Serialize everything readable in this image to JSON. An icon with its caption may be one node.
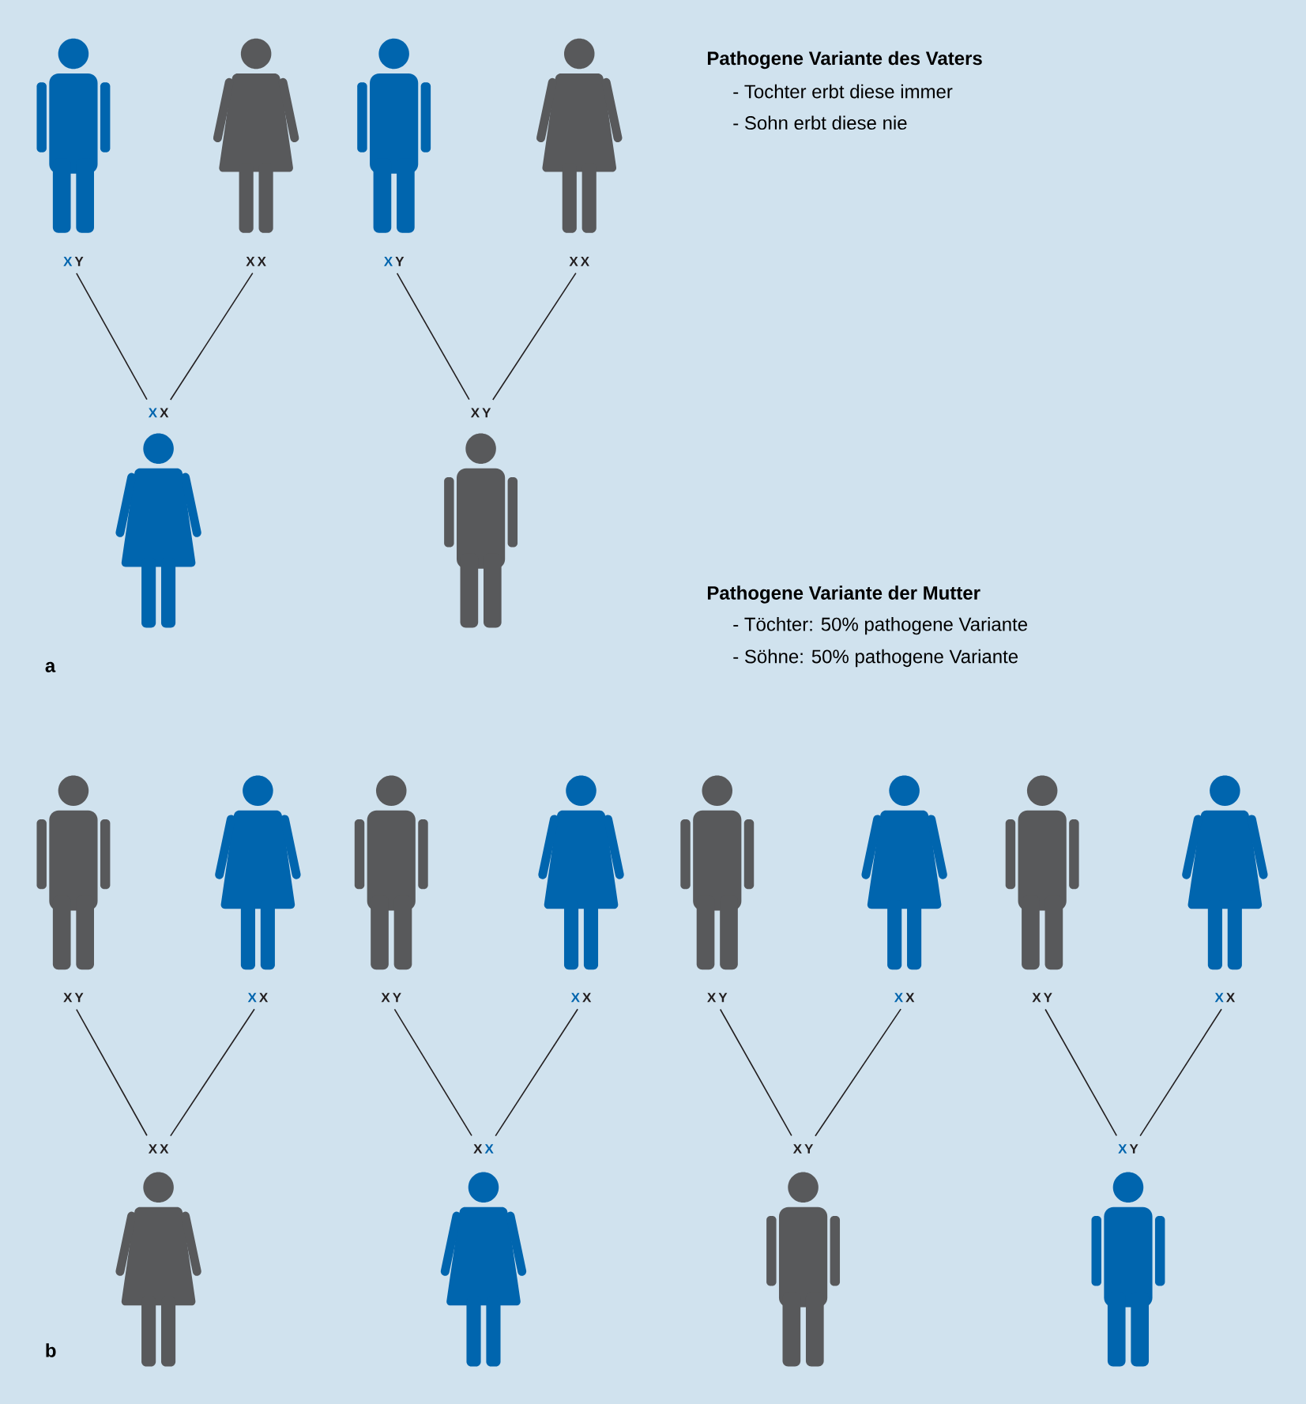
{
  "diagram": {
    "nodes": [
      {
        "text": [
          "X",
          "Y"
        ]
      },
      {
        "text": [
          "X",
          "X"
        ]
      },
      {
        "text": [
          "X",
          "Y"
        ]
      },
      {
        "text": [
          "X",
          "X"
        ]
      },
      {
        "text": [
          "X",
          "X"
        ]
      },
      {
        "text": [
          "X",
          "Y"
        ]
      },
      {
        "text": [
          "X",
          "Y"
        ]
      },
      {
        "text": [
          "X",
          "X"
        ]
      },
      {
        "text": [
          "X",
          "Y"
        ]
      },
      {
        "text": [
          "X",
          "X"
        ]
      },
      {
        "text": [
          "X",
          "Y"
        ]
      },
      {
        "text": [
          "X",
          "X"
        ]
      },
      {
        "text": [
          "X",
          "Y"
        ]
      },
      {
        "text": [
          "X",
          "X"
        ]
      },
      {
        "text": [
          "X",
          "X"
        ]
      },
      {
        "text": [
          "X",
          "X"
        ]
      },
      {
        "text": [
          "X",
          "Y"
        ]
      },
      {
        "text": [
          "X",
          "Y"
        ]
      }
    ],
    "edges": [
      {
        "from": 0,
        "to": 4,
        "arrow": "none"
      },
      {
        "from": 1,
        "to": 4,
        "arrow": "none"
      },
      {
        "from": 2,
        "to": 5,
        "arrow": "none"
      },
      {
        "from": 3,
        "to": 5,
        "arrow": "none"
      },
      {
        "from": 6,
        "to": 14,
        "arrow": "none"
      },
      {
        "from": 7,
        "to": 14,
        "arrow": "none"
      },
      {
        "from": 8,
        "to": 15,
        "arrow": "none"
      },
      {
        "from": 9,
        "to": 15,
        "arrow": "none"
      },
      {
        "from": 10,
        "to": 16,
        "arrow": "none"
      },
      {
        "from": 11,
        "to": 16,
        "arrow": "none"
      },
      {
        "from": 12,
        "to": 17,
        "arrow": "none"
      },
      {
        "from": 13,
        "to": 17,
        "arrow": "none"
      }
    ],
    "labels": [
      "Pathogene Variante des Vaters",
      "- Tochter erbt diese immer",
      "- Sohn erbt diese nie",
      "Pathogene Variante der Mutter",
      "- Töchter: 50% pathogene Variante",
      "- Söhne: 50% pathogene Variante",
      "a",
      "b"
    ]
  }
}
